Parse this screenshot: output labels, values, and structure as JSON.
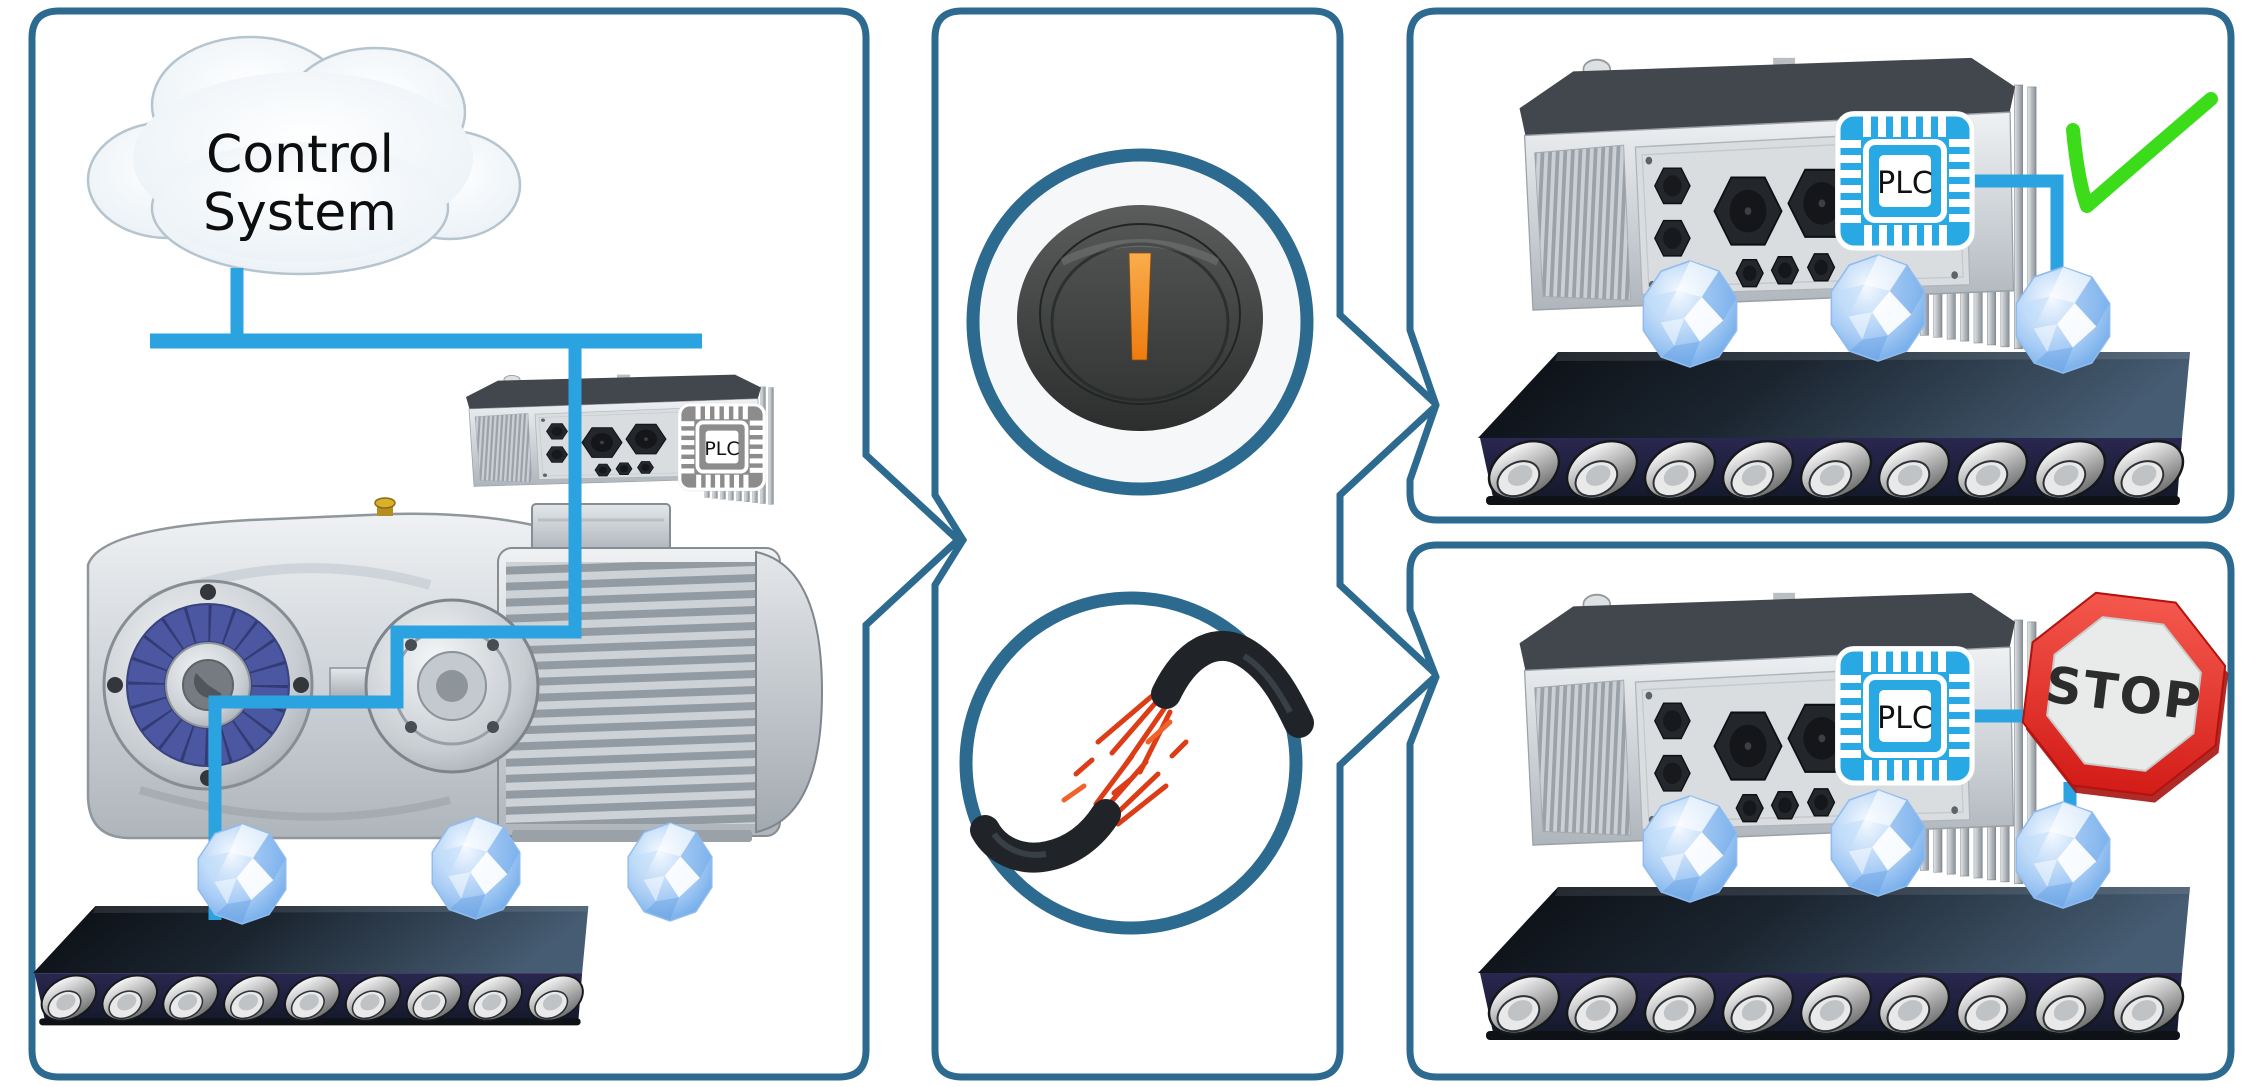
{
  "cloud": {
    "line1": "Control",
    "line2": "System"
  },
  "plc": {
    "label": "PLC"
  },
  "stop_sign": {
    "label": "STOP"
  },
  "middle_icons": {
    "top": "power-switch-on-icon",
    "bottom": "broken-cable-icon"
  },
  "outcome_icons": {
    "top_right": "checkmark-icon",
    "bottom_right": "stop-sign-icon"
  },
  "equipment_icons": [
    "control-system-cloud",
    "frequency-inverter",
    "plc-chip-icon",
    "gear-unit",
    "motor",
    "conveyor-belt",
    "crystal-gem"
  ],
  "colors": {
    "panel_border": "#2d6a90",
    "connection_line": "#2aa3e0",
    "plc_blue": "#29a9e4",
    "plc_gray": "#8c8c8c",
    "check_green": "#3cdc1b",
    "stop_red": "#e1251f",
    "stop_text": "#2c2c2c",
    "switch_orange": "#f6891e",
    "copper_wire": "#dd3d16",
    "cable_black": "#202428",
    "gem_blue": "#7db4ec",
    "belt_dark": "#141b26",
    "cloud_text": "#0d0d0d"
  }
}
